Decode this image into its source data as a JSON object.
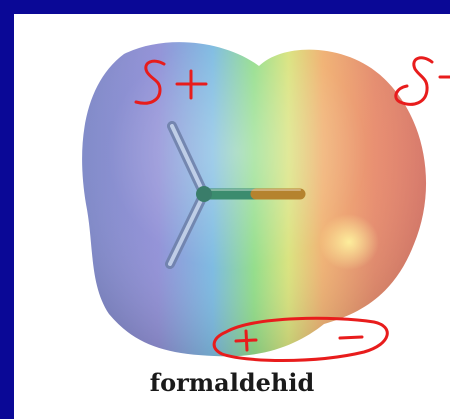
{
  "figure": {
    "molecule_name": "formaldehid",
    "annotations": {
      "left_partial_charge": "δ+",
      "right_partial_charge": "δ-",
      "dipole_plus": "+",
      "dipole_minus": "-"
    }
  },
  "colors": {
    "frame_border": "#0a0896",
    "ink": "#e81c1c",
    "positive_region": "#7b7fd0",
    "negative_region": "#e87a62",
    "neutral_region": "#8fdc7a"
  }
}
